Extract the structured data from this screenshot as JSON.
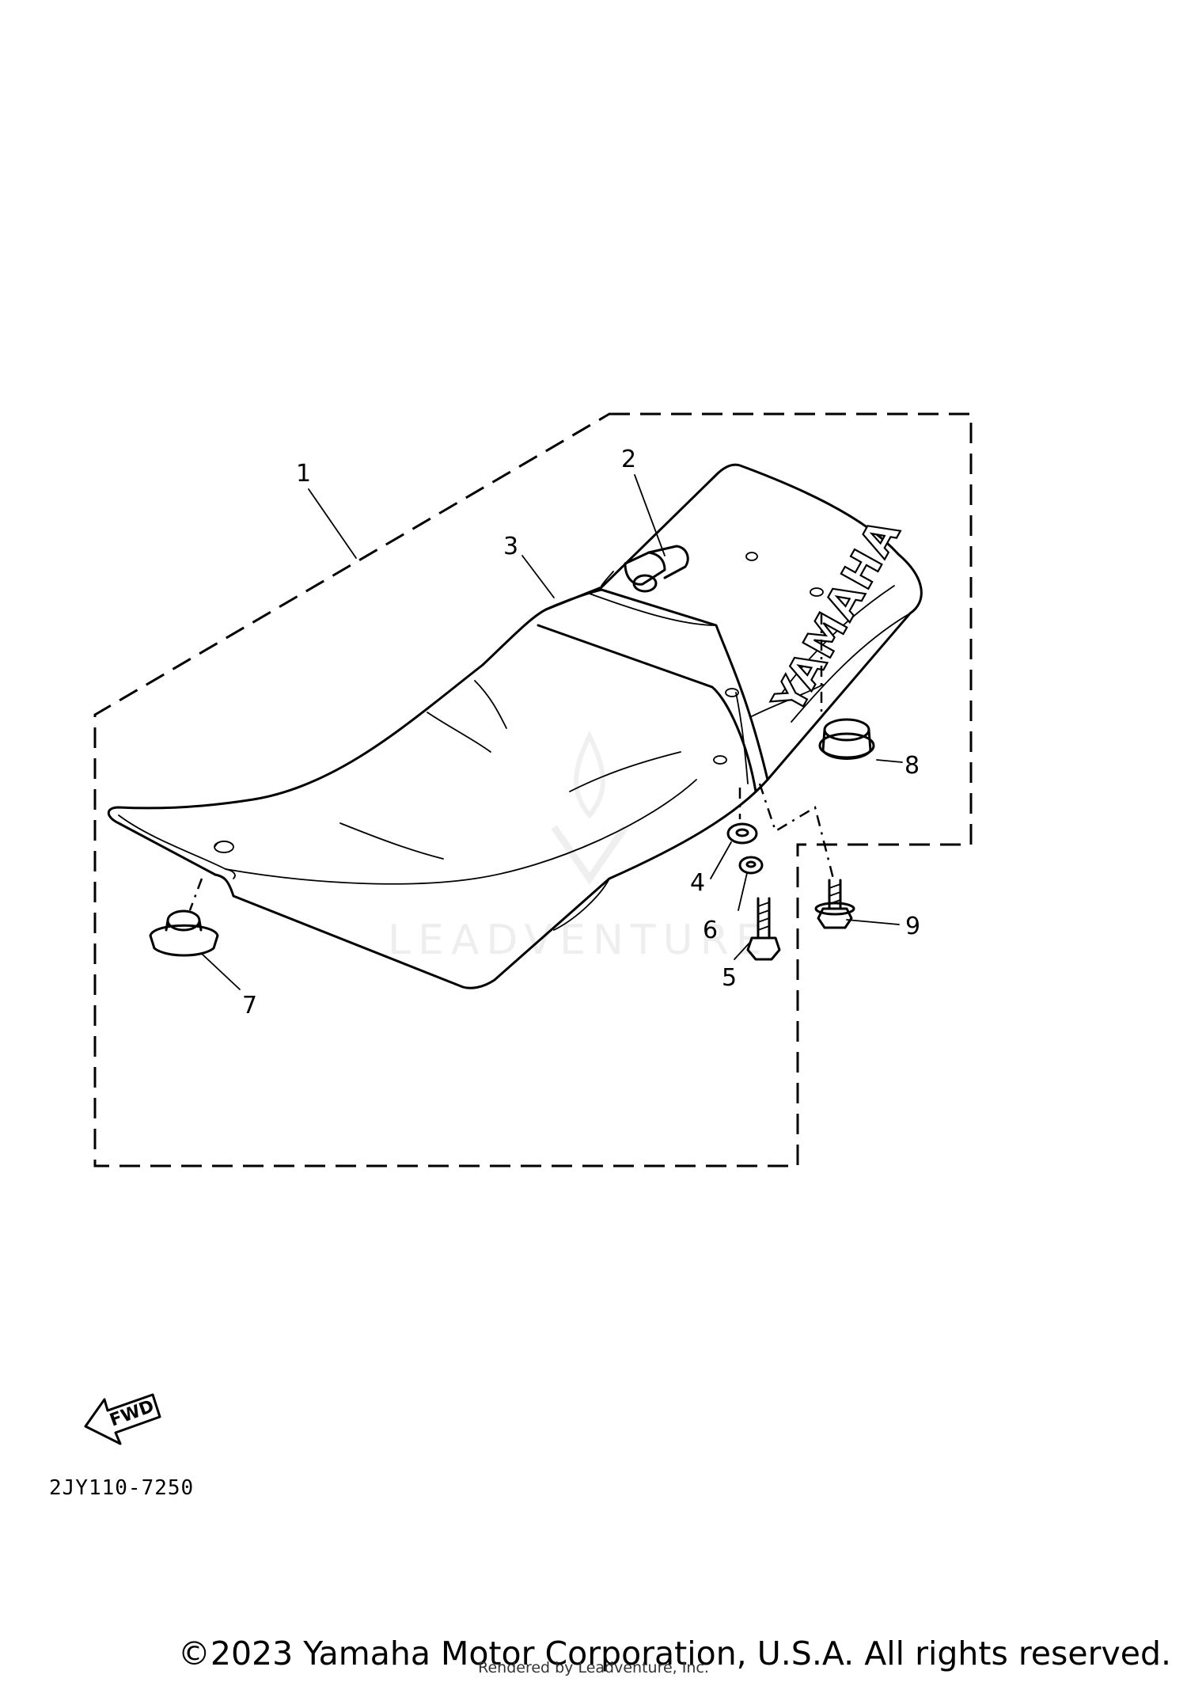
{
  "diagram": {
    "part_code": "2JY110-7250",
    "brand_text": "YAMAHA",
    "fwd_label": "FWD",
    "watermark": "LEADVENTURE",
    "callouts": [
      "1",
      "2",
      "3",
      "4",
      "5",
      "6",
      "7",
      "8",
      "9"
    ]
  },
  "footer": {
    "copyright": "©2023 Yamaha Motor Corporation, U.S.A. All rights reserved.",
    "rendered_by": "Rendered by Leadventure, Inc."
  }
}
